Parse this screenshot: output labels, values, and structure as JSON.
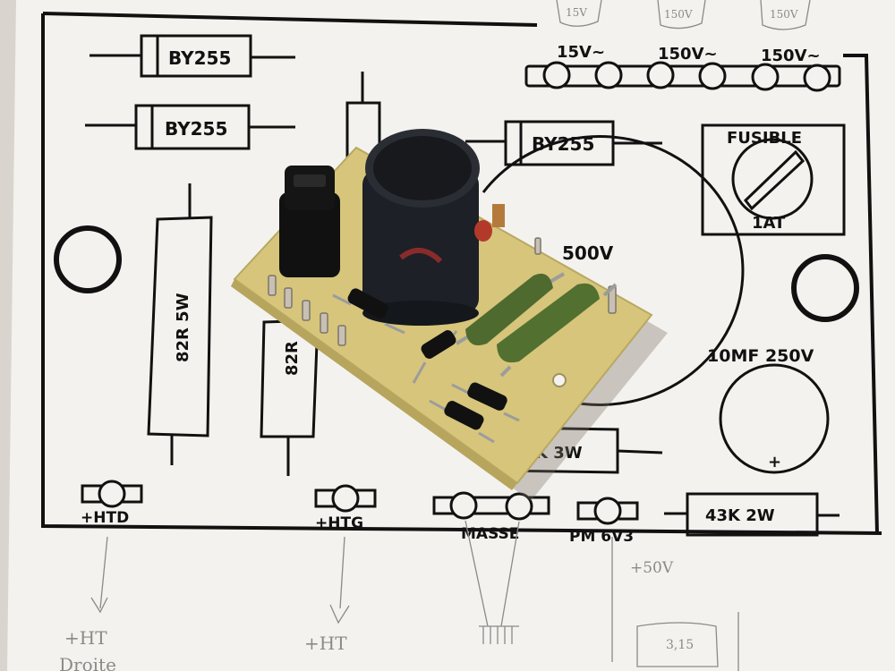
{
  "silkscreen": {
    "by255_a": "BY255",
    "by255_b": "BY255",
    "by255_c": "BY255",
    "r82r_5w": "82R 5W",
    "r82r": "82R",
    "v500": "500V",
    "fusible": "FUSIBLE",
    "fuse_rating": "1AT",
    "cap_10mf": "10MF 250V",
    "cap_plus": "+",
    "r43k": "43K 2W",
    "r3w": "K 3W",
    "tap_15v": "15V~",
    "tap_150v_a": "150V~",
    "tap_150v_b": "150V~"
  },
  "terminals": {
    "htd": "+HTD",
    "htg": "+HTG",
    "masse": "MASSE",
    "pm": "PM 6V3"
  },
  "pencil_notes": {
    "top_15v": "15V",
    "top_150v_a": "150V",
    "top_150v_b": "150V",
    "plus_50v": "+50V",
    "ht_left": "+HT",
    "ht_right": "+HT",
    "droite": "Droite",
    "fuse_value": "3,15"
  },
  "colors": {
    "paper": "#f4f3ef",
    "ink": "#111111",
    "pcb": "#d8c77a",
    "capacitor": "#1a1d22",
    "resistor": "#4f6a2f"
  }
}
